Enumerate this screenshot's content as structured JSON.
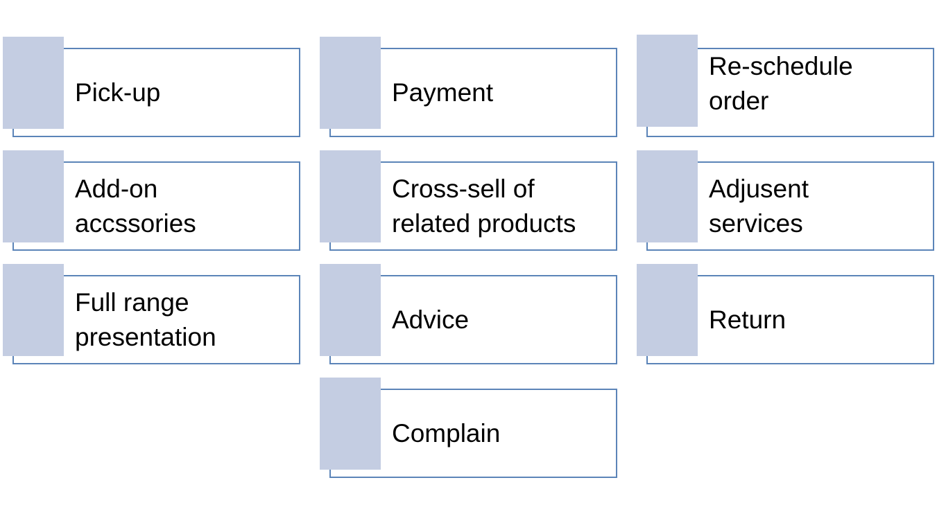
{
  "colors": {
    "accent_tab": "#c4cde2",
    "frame_border": "#5b84b8",
    "text": "#000000",
    "background": "#ffffff"
  },
  "columns": [
    {
      "items": [
        {
          "label": "Pick-up"
        },
        {
          "label": "Add-on\naccssories"
        },
        {
          "label": "Full range\npresentation"
        }
      ]
    },
    {
      "items": [
        {
          "label": "Payment"
        },
        {
          "label": "Cross-sell of\nrelated products"
        },
        {
          "label": "Advice"
        },
        {
          "label": "Complain"
        }
      ]
    },
    {
      "items": [
        {
          "label": "Re-schedule\norder"
        },
        {
          "label": "Adjusent\nservices"
        },
        {
          "label": "Return"
        }
      ]
    }
  ]
}
